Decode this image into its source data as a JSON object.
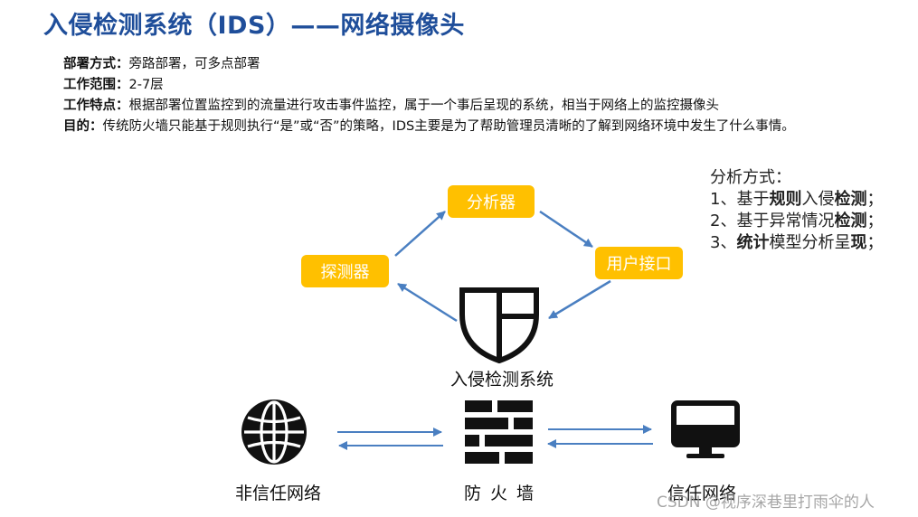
{
  "title": "入侵检测系统（IDS）——网络摄像头",
  "info": {
    "deploy_label": "部署方式：",
    "deploy_value": "旁路部署，可多点部署",
    "scope_label": "工作范围：",
    "scope_value": "2-7层",
    "feature_label": "工作特点：",
    "feature_value": "根据部署位置监控到的流量进行攻击事件监控，属于一个事后呈现的系统，相当于网络上的监控摄像头",
    "purpose_label": "目的：",
    "purpose_value": "传统防火墙只能基于规则执行“是”或“否”的策略，IDS主要是为了帮助管理员清晰的了解到网络环境中发生了什么事情。"
  },
  "diagram": {
    "analyzer": "分析器",
    "user_interface": "用户接口",
    "detector": "探测器",
    "ids": "入侵检测系统",
    "untrusted_network": "非信任网络",
    "firewall": "防火墙",
    "trusted_network": "信任网络",
    "box_color": "#ffc000",
    "arrow_color": "#4a7fc1"
  },
  "analysis": {
    "heading": "分析方式：",
    "item1_a": "1、基于",
    "item1_b": "规则",
    "item1_c": "入侵",
    "item1_d": "检测",
    "item1_e": "；",
    "item2_a": "2、基于异常情况",
    "item2_b": "检测",
    "item2_c": "；",
    "item3_a": "3、",
    "item3_b": "统计",
    "item3_c": "模型分析呈",
    "item3_d": "现",
    "item3_e": "；"
  },
  "watermark": "CSDN @视序深巷里打雨伞的人",
  "icons": [
    "shield-icon",
    "globe-icon",
    "firewall-brick-icon",
    "monitor-icon"
  ]
}
